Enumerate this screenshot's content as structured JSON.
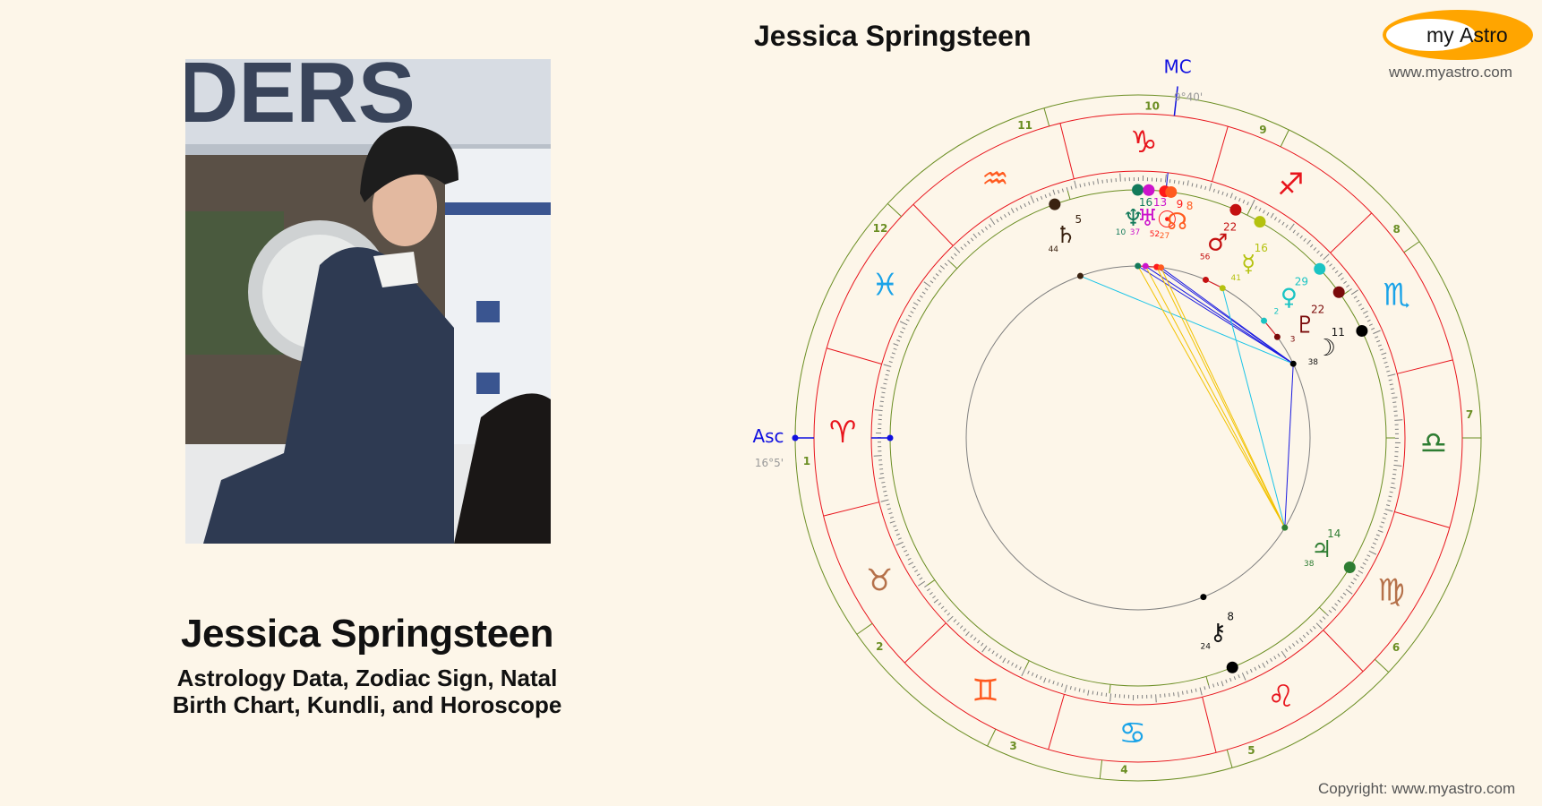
{
  "profile": {
    "name": "Jessica Springsteen",
    "subtitle_line1": "Astrology Data, Zodiac Sign, Natal",
    "subtitle_line2": "Birth Chart, Kundli, and Horoscope",
    "photo_alt": "Jessica Springsteen in riding helmet and navy show jacket"
  },
  "chart": {
    "title": "Jessica Springsteen",
    "asc_label": "Asc",
    "asc_degree": "16°5'",
    "mc_label": "MC",
    "mc_degree": "9°40'",
    "colors": {
      "outer_ring": "#6b8e23",
      "sign_ring": "#e8141c",
      "tick": "#808080",
      "aspect_circle": "#808080",
      "house_num": "#6b8e23",
      "angle": "#1010e0"
    }
  },
  "brand": {
    "logo_my": "my",
    "logo_astro": "Astro",
    "url": "www.myastro.com",
    "logo_color": "#ffa500"
  },
  "footer": {
    "copyright": "Copyright: www.myastro.com"
  },
  "chart_data": {
    "type": "natal-wheel",
    "ascendant": {
      "sign": "Aries",
      "degree": 16,
      "minute": 5,
      "longitude": 16.08
    },
    "midheaven": {
      "sign": "Capricorn",
      "degree": 9,
      "minute": 40,
      "longitude": 279.67
    },
    "signs": [
      {
        "name": "Aries",
        "glyph": "♈",
        "color": "#e8141c"
      },
      {
        "name": "Taurus",
        "glyph": "♉",
        "color": "#b5714a"
      },
      {
        "name": "Gemini",
        "glyph": "♊",
        "color": "#ff5a1f"
      },
      {
        "name": "Cancer",
        "glyph": "♋",
        "color": "#1aa3e8"
      },
      {
        "name": "Leo",
        "glyph": "♌",
        "color": "#e8141c"
      },
      {
        "name": "Virgo",
        "glyph": "♍",
        "color": "#b5714a"
      },
      {
        "name": "Libra",
        "glyph": "♎",
        "color": "#2e7d32"
      },
      {
        "name": "Scorpio",
        "glyph": "♏",
        "color": "#1aa3e8"
      },
      {
        "name": "Sagittarius",
        "glyph": "♐",
        "color": "#e8141c"
      },
      {
        "name": "Capricorn",
        "glyph": "♑",
        "color": "#e8141c"
      },
      {
        "name": "Aquarius",
        "glyph": "♒",
        "color": "#ff5a1f"
      },
      {
        "name": "Pisces",
        "glyph": "♓",
        "color": "#1aa3e8"
      }
    ],
    "houses": [
      {
        "num": "1",
        "longitude": 16.08
      },
      {
        "num": "2",
        "longitude": 51
      },
      {
        "num": "3",
        "longitude": 80
      },
      {
        "num": "4",
        "longitude": 99.67
      },
      {
        "num": "5",
        "longitude": 122
      },
      {
        "num": "6",
        "longitude": 153
      },
      {
        "num": "7",
        "longitude": 196.08
      },
      {
        "num": "8",
        "longitude": 231
      },
      {
        "num": "9",
        "longitude": 260
      },
      {
        "num": "10",
        "longitude": 279.67
      },
      {
        "num": "11",
        "longitude": 302
      },
      {
        "num": "12",
        "longitude": 333
      }
    ],
    "planets": [
      {
        "name": "Neptune",
        "glyph": "♆",
        "longitude": 286.17,
        "deg": "16",
        "min": "10",
        "color": "#137a5a",
        "dot": "#137a5a"
      },
      {
        "name": "Uranus",
        "glyph": "♅",
        "longitude": 283.62,
        "deg": "13",
        "min": "37",
        "color": "#cc14cc",
        "dot": "#cc14cc"
      },
      {
        "name": "Sun",
        "glyph": "☉",
        "longitude": 279.87,
        "deg": "9",
        "min": "52",
        "color": "#ff1a1a",
        "dot": "#ff1a1a"
      },
      {
        "name": "North Node",
        "glyph": "☊",
        "longitude": 278.45,
        "deg": "8",
        "min": "27",
        "color": "#ff5a1f",
        "dot": "#ff5a1f"
      },
      {
        "name": "Mars",
        "glyph": "♂",
        "longitude": 262.93,
        "deg": "22",
        "min": "56",
        "color": "#c41010",
        "dot": "#c41010"
      },
      {
        "name": "Mercury",
        "glyph": "☿",
        "longitude": 256.68,
        "deg": "16",
        "min": "41",
        "color": "#b5c20f",
        "dot": "#b5c20f"
      },
      {
        "name": "Venus",
        "glyph": "♀",
        "longitude": 239.03,
        "deg": "29",
        "min": "2",
        "color": "#1ac4c4",
        "dot": "#1ac4c4"
      },
      {
        "name": "Pluto",
        "glyph": "♇",
        "longitude": 232.05,
        "deg": "22",
        "min": "3",
        "color": "#7a0a0a",
        "dot": "#7a0a0a"
      },
      {
        "name": "Moon",
        "glyph": "☽",
        "longitude": 221.63,
        "deg": "11",
        "min": "38",
        "color": "#111111",
        "dot": "#000000"
      },
      {
        "name": "Jupiter",
        "glyph": "♃",
        "longitude": 164.63,
        "deg": "14",
        "min": "38",
        "color": "#2e7d32",
        "dot": "#2e7d32"
      },
      {
        "name": "Chiron",
        "glyph": "⚷",
        "longitude": 128.4,
        "deg": "8",
        "min": "24",
        "color": "#111111",
        "dot": "#000000"
      },
      {
        "name": "Saturn",
        "glyph": "♄",
        "longitude": 305.73,
        "deg": "5",
        "min": "44",
        "color": "#3a2210",
        "dot": "#3a2210"
      }
    ],
    "aspects": [
      {
        "from": "Moon",
        "to": "Neptune",
        "type": "sextile",
        "color": "#1a1ae0"
      },
      {
        "from": "Moon",
        "to": "Uranus",
        "type": "sextile",
        "color": "#1a1ae0"
      },
      {
        "from": "Moon",
        "to": "Sun",
        "type": "sextile",
        "color": "#1a1ae0"
      },
      {
        "from": "Moon",
        "to": "North Node",
        "type": "sextile",
        "color": "#1a1ae0"
      },
      {
        "from": "Moon",
        "to": "Jupiter",
        "type": "sextile",
        "color": "#1a1ae0"
      },
      {
        "from": "Moon",
        "to": "Saturn",
        "type": "square",
        "color": "#1ac4e8"
      },
      {
        "from": "Mercury",
        "to": "Jupiter",
        "type": "square",
        "color": "#1ac4e8"
      },
      {
        "from": "Jupiter",
        "to": "Neptune",
        "type": "trine",
        "color": "#f2c200"
      },
      {
        "from": "Jupiter",
        "to": "Uranus",
        "type": "trine",
        "color": "#f2c200"
      },
      {
        "from": "Jupiter",
        "to": "Sun",
        "type": "trine",
        "color": "#f2c200"
      },
      {
        "from": "Jupiter",
        "to": "North Node",
        "type": "trine",
        "color": "#f2c200"
      },
      {
        "from": "Mars",
        "to": "Mercury",
        "type": "conjunction",
        "color": "#e8141c"
      },
      {
        "from": "Venus",
        "to": "Pluto",
        "type": "conjunction",
        "color": "#e8141c"
      },
      {
        "from": "Neptune",
        "to": "North Node",
        "type": "conjunction",
        "color": "#e8141c"
      }
    ]
  }
}
